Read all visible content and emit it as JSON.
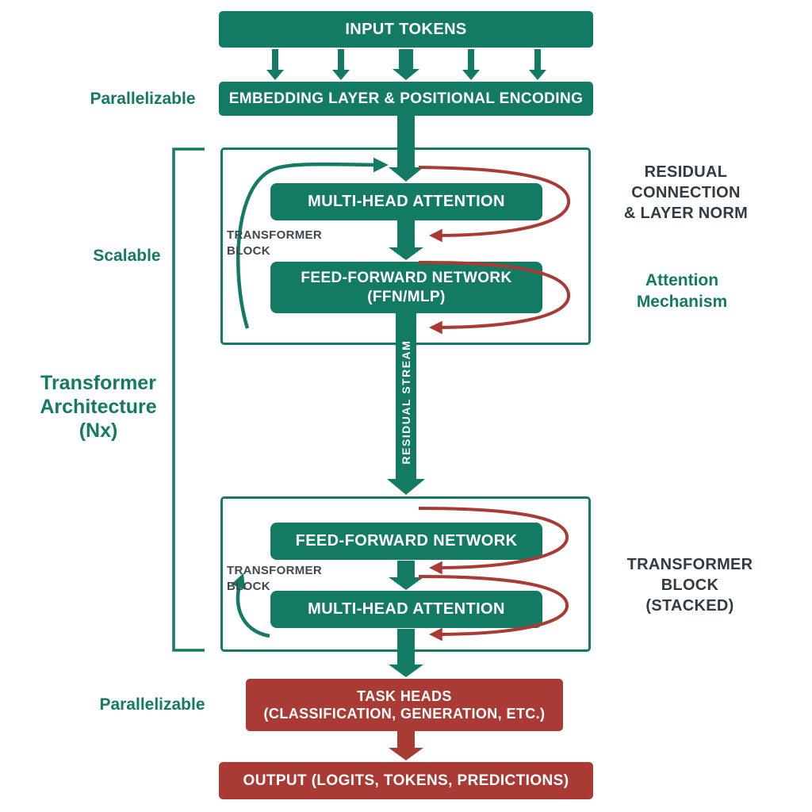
{
  "colors": {
    "green": "#137A63",
    "red": "#A93B34",
    "dark": "#2F3B45"
  },
  "nodes": {
    "input_tokens": "INPUT TOKENS",
    "embedding": "EMBEDDING LAYER & POSITIONAL ENCODING",
    "block1_label": "TRANSFORMER\nBLOCK",
    "block1_mha": "MULTI-HEAD ATTENTION",
    "block1_ffn": "FEED-FORWARD NETWORK\n(FFN/MLP)",
    "residual_stream": "RESIDUAL STREAM",
    "block2_label": "TRANSFORMER\nBLOCK",
    "block2_ffn": "FEED-FORWARD NETWORK",
    "block2_mha": "MULTI-HEAD ATTENTION",
    "task_heads": "TASK HEADS\n(CLASSIFICATION, GENERATION, ETC.)",
    "output": "OUTPUT (LOGITS, TOKENS, PREDICTIONS)"
  },
  "side_labels": {
    "parallelizable_top": "Parallelizable",
    "scalable": "Scalable",
    "architecture": "Transformer\nArchitecture\n(Nx)",
    "residual_connection": "RESIDUAL\nCONNECTION\n& LAYER NORM",
    "attention_mechanism": "Attention\nMechanism",
    "block_stacked": "TRANSFORMER BLOCK\n(STACKED)",
    "parallelizable_bottom": "Parallelizable"
  }
}
